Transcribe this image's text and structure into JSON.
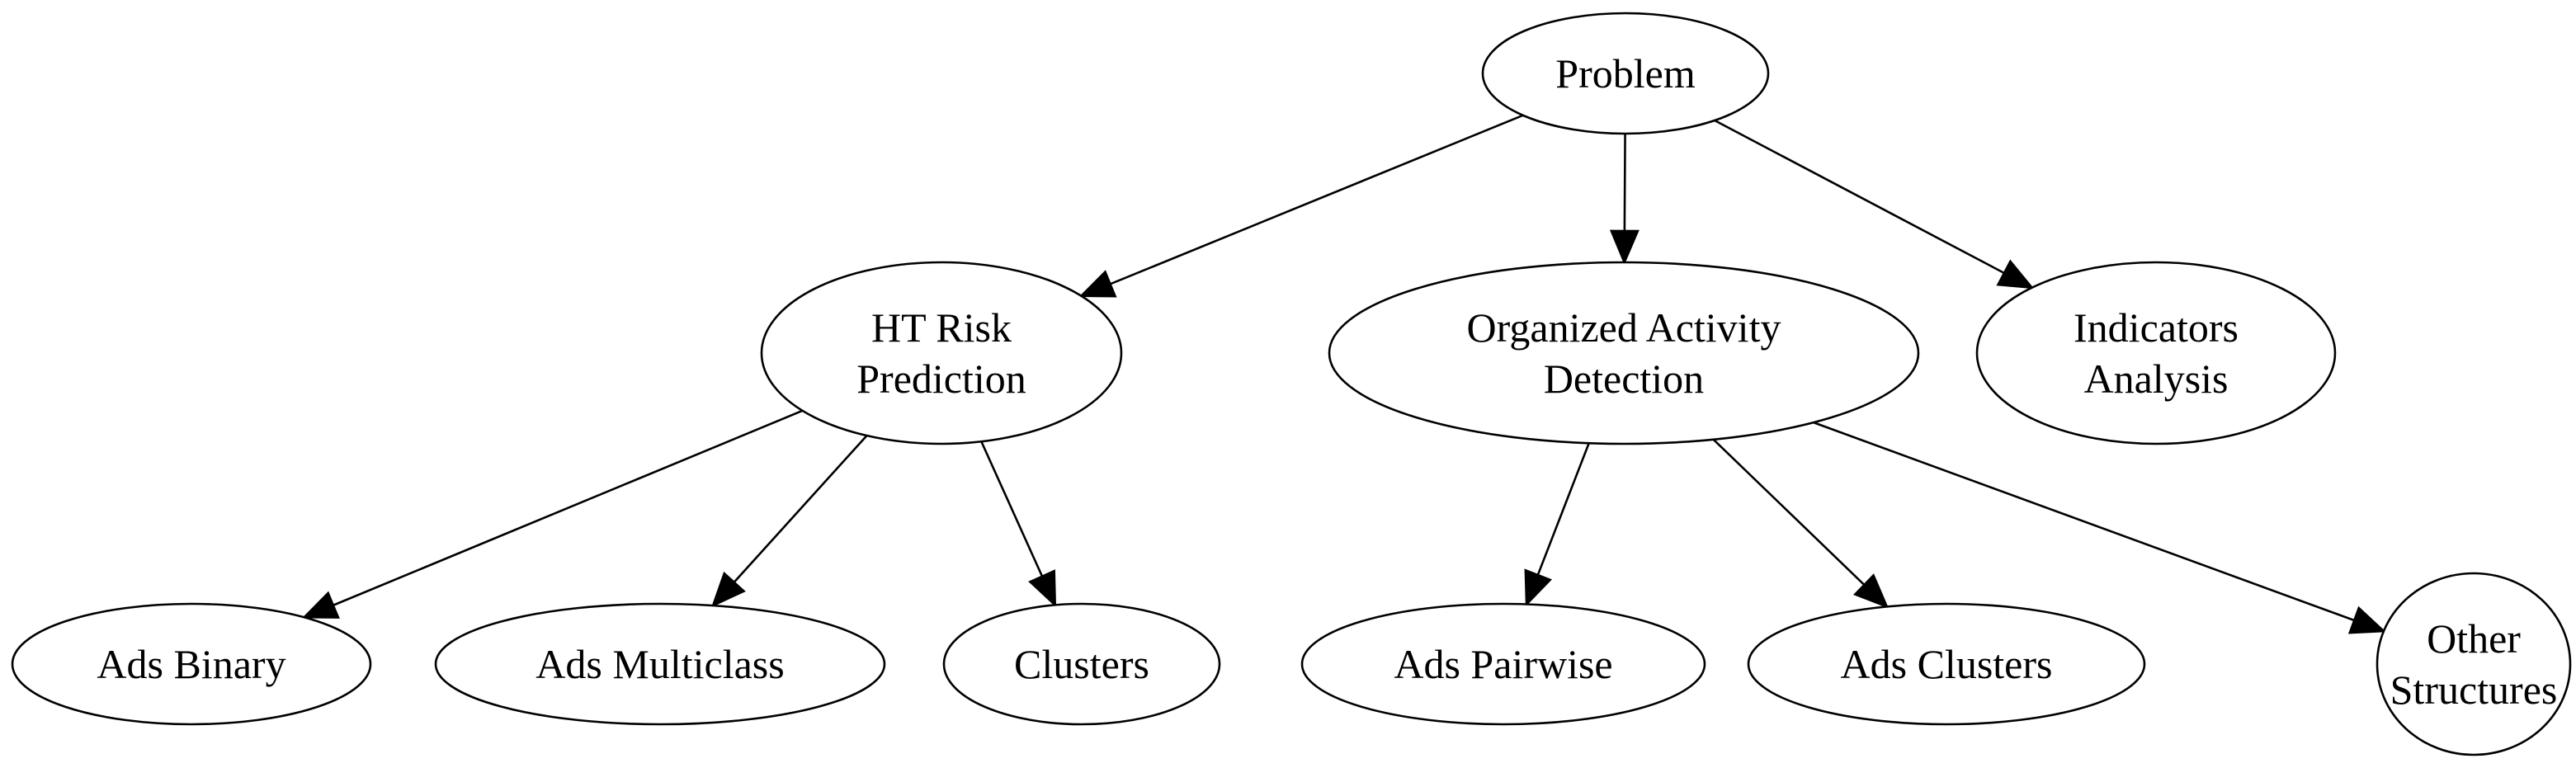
{
  "diagram": {
    "nodes": {
      "problem": [
        "Problem"
      ],
      "ht_risk": [
        "HT Risk",
        "Prediction"
      ],
      "organized": [
        "Organized Activity",
        "Detection"
      ],
      "indicators": [
        "Indicators",
        "Analysis"
      ],
      "ads_binary": [
        "Ads Binary"
      ],
      "ads_multiclass": [
        "Ads Multiclass"
      ],
      "clusters": [
        "Clusters"
      ],
      "ads_pairwise": [
        "Ads Pairwise"
      ],
      "ads_clusters": [
        "Ads Clusters"
      ],
      "other": [
        "Other",
        "Structures"
      ]
    },
    "edges": [
      [
        "problem",
        "ht_risk"
      ],
      [
        "problem",
        "organized"
      ],
      [
        "problem",
        "indicators"
      ],
      [
        "ht_risk",
        "ads_binary"
      ],
      [
        "ht_risk",
        "ads_multiclass"
      ],
      [
        "ht_risk",
        "clusters"
      ],
      [
        "organized",
        "ads_pairwise"
      ],
      [
        "organized",
        "ads_clusters"
      ],
      [
        "organized",
        "other"
      ]
    ]
  }
}
